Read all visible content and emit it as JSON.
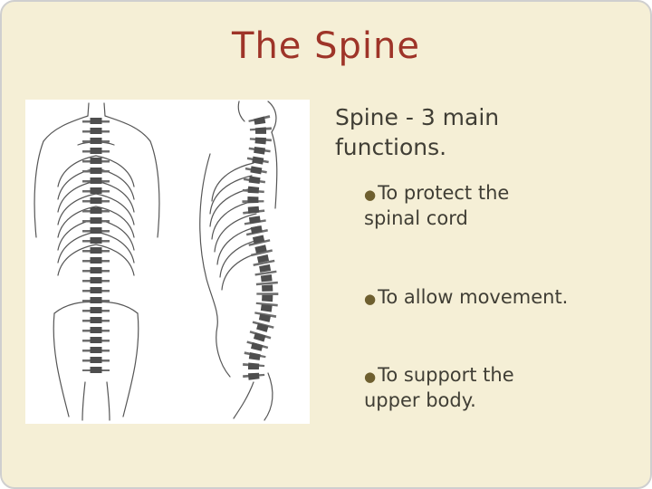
{
  "slide": {
    "title": "The Spine",
    "subtitle": "Spine - 3 main functions.",
    "bullet_char": "●",
    "bullets": [
      {
        "text": "To protect the spinal cord"
      },
      {
        "text": "To allow movement."
      },
      {
        "text": "To support the upper body."
      }
    ],
    "illustration": {
      "description": "line drawing of the spine, front view with ribcage and lateral view"
    },
    "colors": {
      "background": "#f5efd6",
      "title": "#9e3428",
      "body_text": "#403e35",
      "bullet": "#6e5f2f",
      "image_background": "#ffffff"
    }
  }
}
